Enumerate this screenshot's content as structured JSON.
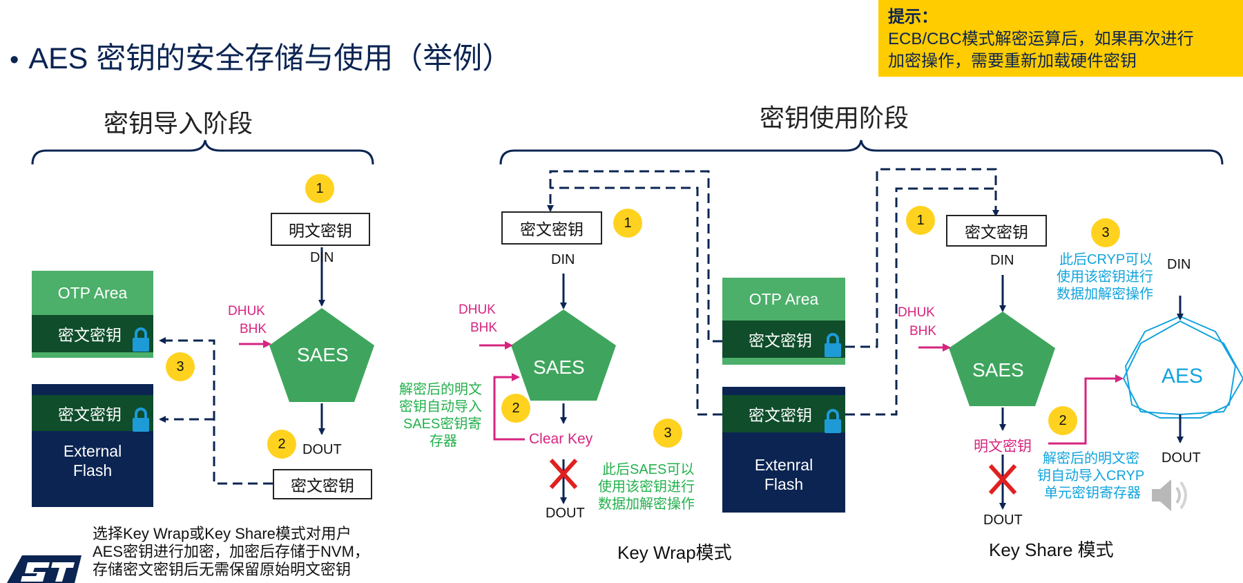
{
  "title": {
    "bullet": "•",
    "text": "AES 密钥的安全存储与使用（举例）"
  },
  "tip": {
    "heading": "提示：",
    "line1": "ECB/CBC模式解密运算后，如果再次进行",
    "line2": "加密操作，需要重新加载硬件密钥"
  },
  "phases": {
    "import": "密钥导入阶段",
    "use": "密钥使用阶段"
  },
  "import": {
    "plain_key": "明文密钥",
    "din": "DIN",
    "dhuk": "DHUK",
    "bhk": "BHK",
    "saes": "SAES",
    "dout": "DOUT",
    "cipher_key": "密文密钥",
    "otp_area": "OTP Area",
    "otp_key": "密文密钥",
    "flash_key": "密文密钥",
    "flash_label_1": "External",
    "flash_label_2": "Flash",
    "badges": [
      "1",
      "2",
      "3"
    ],
    "note_lines": [
      "选择Key Wrap或Key Share模式对用户",
      "AES密钥进行加密，加密后存储于NVM，",
      "存储密文密钥后无需保留原始明文密钥"
    ]
  },
  "wrap": {
    "cipher_key": "密文密钥",
    "din": "DIN",
    "dhuk": "DHUK",
    "bhk": "BHK",
    "saes": "SAES",
    "clear_key": "Clear Key",
    "dout": "DOUT",
    "badges": [
      "1",
      "2",
      "3"
    ],
    "auto_lines": [
      "解密后的明文",
      "密钥自动导入",
      "SAES密钥寄",
      "存器"
    ],
    "then_lines": [
      "此后SAES可以",
      "使用该密钥进行",
      "数据加解密操作"
    ],
    "mode": "Key Wrap模式"
  },
  "storage": {
    "otp_area": "OTP Area",
    "otp_key": "密文密钥",
    "flash_key": "密文密钥",
    "flash_label_1": "Extenral",
    "flash_label_2": "Flash"
  },
  "share": {
    "cipher_key": "密文密钥",
    "din": "DIN",
    "dhuk": "DHUK",
    "bhk": "BHK",
    "saes": "SAES",
    "plain_key": "明文密钥",
    "dout": "DOUT",
    "aes": "AES",
    "aes_din": "DIN",
    "aes_dout": "DOUT",
    "badges": [
      "1",
      "2",
      "3"
    ],
    "then_lines": [
      "此后CRYP可以",
      "使用该密钥进行",
      "数据加解密操作"
    ],
    "auto_lines": [
      "解密后的明文密",
      "钥自动导入CRYP",
      "单元密钥寄存器"
    ],
    "mode": "Key Share 模式"
  },
  "colors": {
    "navy": "#0b2452",
    "green": "#4caf6a",
    "dark_green": "#0f4d2b",
    "pink": "#d6247f",
    "yellow": "#ffd21f",
    "tip": "#ffcc00",
    "cyan": "#11a3dd",
    "lock": "#1e9bd7"
  }
}
